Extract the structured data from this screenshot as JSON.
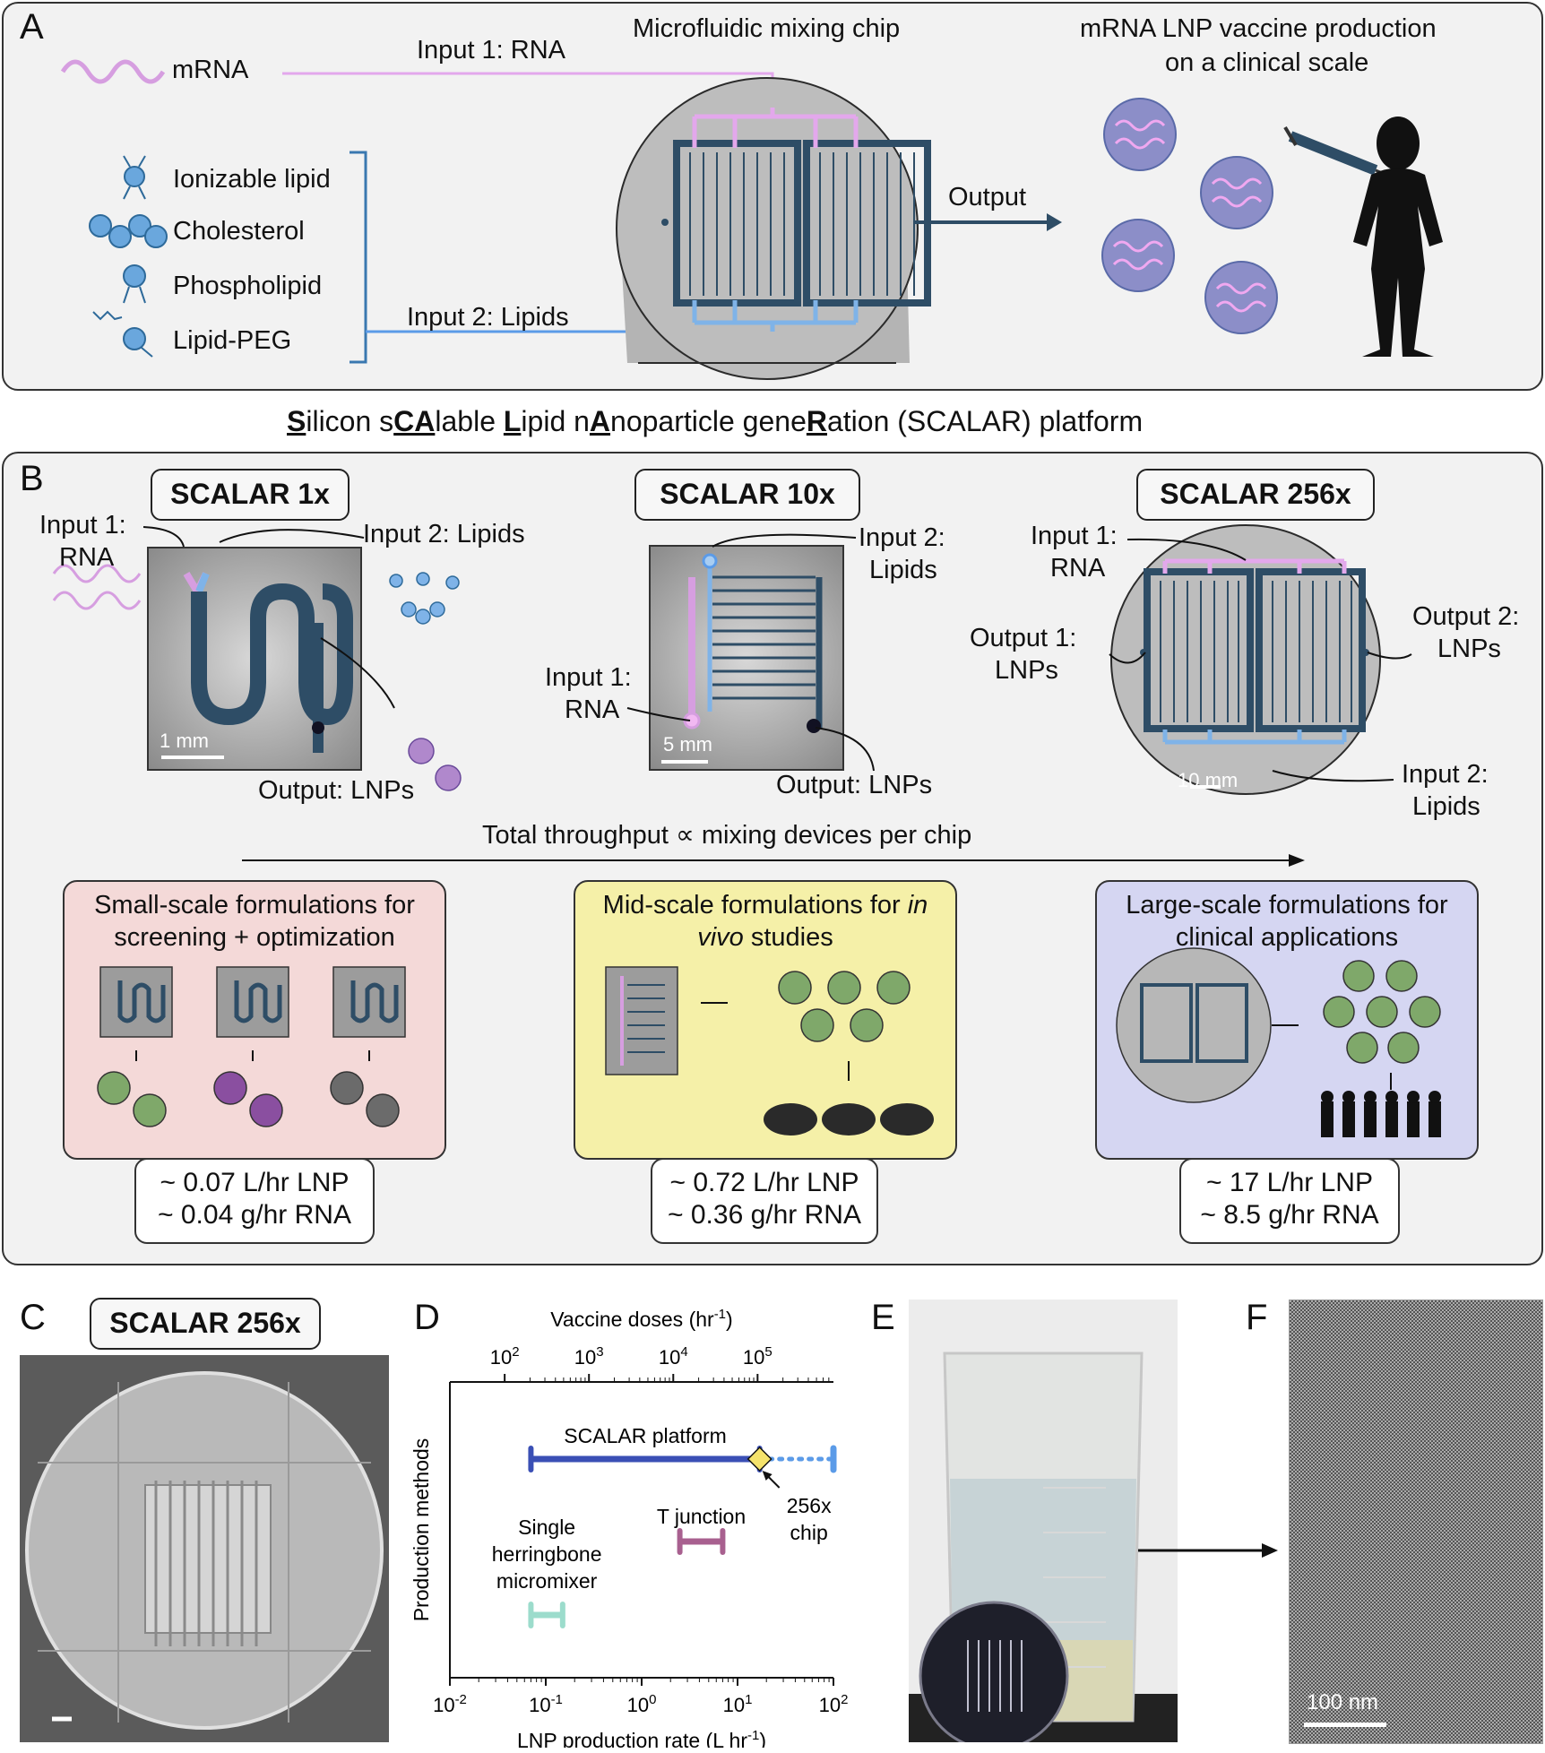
{
  "panel_a": {
    "label": "A",
    "mrna": "mRNA",
    "input1": "Input 1: RNA",
    "chip_title": "Microfluidic mixing chip",
    "lipids": [
      "Ionizable lipid",
      "Cholesterol",
      "Phospholipid",
      "Lipid-PEG"
    ],
    "input2": "Input 2: Lipids",
    "output": "Output",
    "production_title_line1": "mRNA LNP vaccine production",
    "production_title_line2": "on a clinical scale"
  },
  "banner": {
    "s1": "S",
    "t1": "ilicon s",
    "s2": "CA",
    "t2": "lable ",
    "s3": "L",
    "t3": "ipid n",
    "s4": "A",
    "t4": "noparticle gene",
    "s5": "R",
    "t5": "ation (SCALAR) platform"
  },
  "panel_b": {
    "label": "B",
    "chip1": {
      "title": "SCALAR 1x",
      "input1_line1": "Input 1:",
      "input1_line2": "RNA",
      "input2": "Input 2: Lipids",
      "scale": "1 mm",
      "output": "Output: LNPs"
    },
    "chip10": {
      "title": "SCALAR 10x",
      "input2_line1": "Input 2:",
      "input2_line2": "Lipids",
      "input1_line1": "Input 1:",
      "input1_line2": "RNA",
      "scale": "5 mm",
      "output": "Output: LNPs"
    },
    "chip256": {
      "title": "SCALAR 256x",
      "input1_line1": "Input 1:",
      "input1_line2": "RNA",
      "output1_line1": "Output 1:",
      "output1_line2": "LNPs",
      "output2_line1": "Output 2:",
      "output2_line2": "LNPs",
      "input2_line1": "Input 2:",
      "input2_line2": "Lipids",
      "scale": "10 mm"
    },
    "throughput": "Total throughput ∝ mixing devices per chip",
    "cards": [
      {
        "line1": "Small-scale formulations for",
        "line2": "screening + optimization",
        "color": "#f4d9d8"
      },
      {
        "line1_a": "Mid-scale formulations for ",
        "line1_b": "in",
        "line2_a": "vivo",
        "line2_b": " studies",
        "color": "#f5f0a8"
      },
      {
        "line1": "Large-scale formulations for",
        "line2": "clinical applications",
        "color": "#d5d6f2"
      }
    ],
    "stats": [
      {
        "lnp": "~ 0.07 L/hr LNP",
        "rna": "~ 0.04 g/hr RNA"
      },
      {
        "lnp": "~ 0.72 L/hr LNP",
        "rna": "~ 0.36 g/hr RNA"
      },
      {
        "lnp": "~ 17 L/hr LNP",
        "rna": "~ 8.5 g/hr RNA"
      }
    ]
  },
  "panel_c": {
    "label": "C",
    "title": "SCALAR 256x"
  },
  "panel_d": {
    "label": "D"
  },
  "panel_e": {
    "label": "E"
  },
  "panel_f": {
    "label": "F",
    "scale": "100 nm"
  },
  "colors": {
    "rna": "#d69ee0",
    "lipid": "#7fb3e8",
    "chip_dark": "#2e4d66",
    "ref_arrow": "#2e4d66"
  },
  "chart_data": {
    "type": "range",
    "xlabel": "LNP production rate (L hr",
    "xlabel_sup": "-1",
    "xlabel_end": ")",
    "top_axis_label": "Vaccine doses (hr",
    "top_axis_sup": "-1",
    "top_axis_end": ")",
    "ylabel": "Production methods",
    "x_scale": "log",
    "xlim": [
      0.01,
      100
    ],
    "x_ticks": [
      {
        "base": "10",
        "exp": "-2"
      },
      {
        "base": "10",
        "exp": "-1"
      },
      {
        "base": "10",
        "exp": "0"
      },
      {
        "base": "10",
        "exp": "1"
      },
      {
        "base": "10",
        "exp": "2"
      }
    ],
    "top_ticks": [
      {
        "base": "10",
        "exp": "2"
      },
      {
        "base": "10",
        "exp": "3"
      },
      {
        "base": "10",
        "exp": "4"
      },
      {
        "base": "10",
        "exp": "5"
      }
    ],
    "series": [
      {
        "name": "SCALAR platform",
        "min": 0.07,
        "max": 17,
        "extended_max": 100,
        "color": "#3a4fb5",
        "extended_color": "#5b9be8"
      },
      {
        "name": "T junction",
        "min": 2.5,
        "max": 7,
        "color": "#a8608f"
      },
      {
        "name_line1": "Single",
        "name_line2": "herringbone",
        "name_line3": "micromixer",
        "min": 0.07,
        "max": 0.15,
        "color": "#9cdccc"
      }
    ],
    "marker": {
      "line1": "256x",
      "line2": "chip",
      "value": 17,
      "color": "#f5e36b"
    }
  }
}
